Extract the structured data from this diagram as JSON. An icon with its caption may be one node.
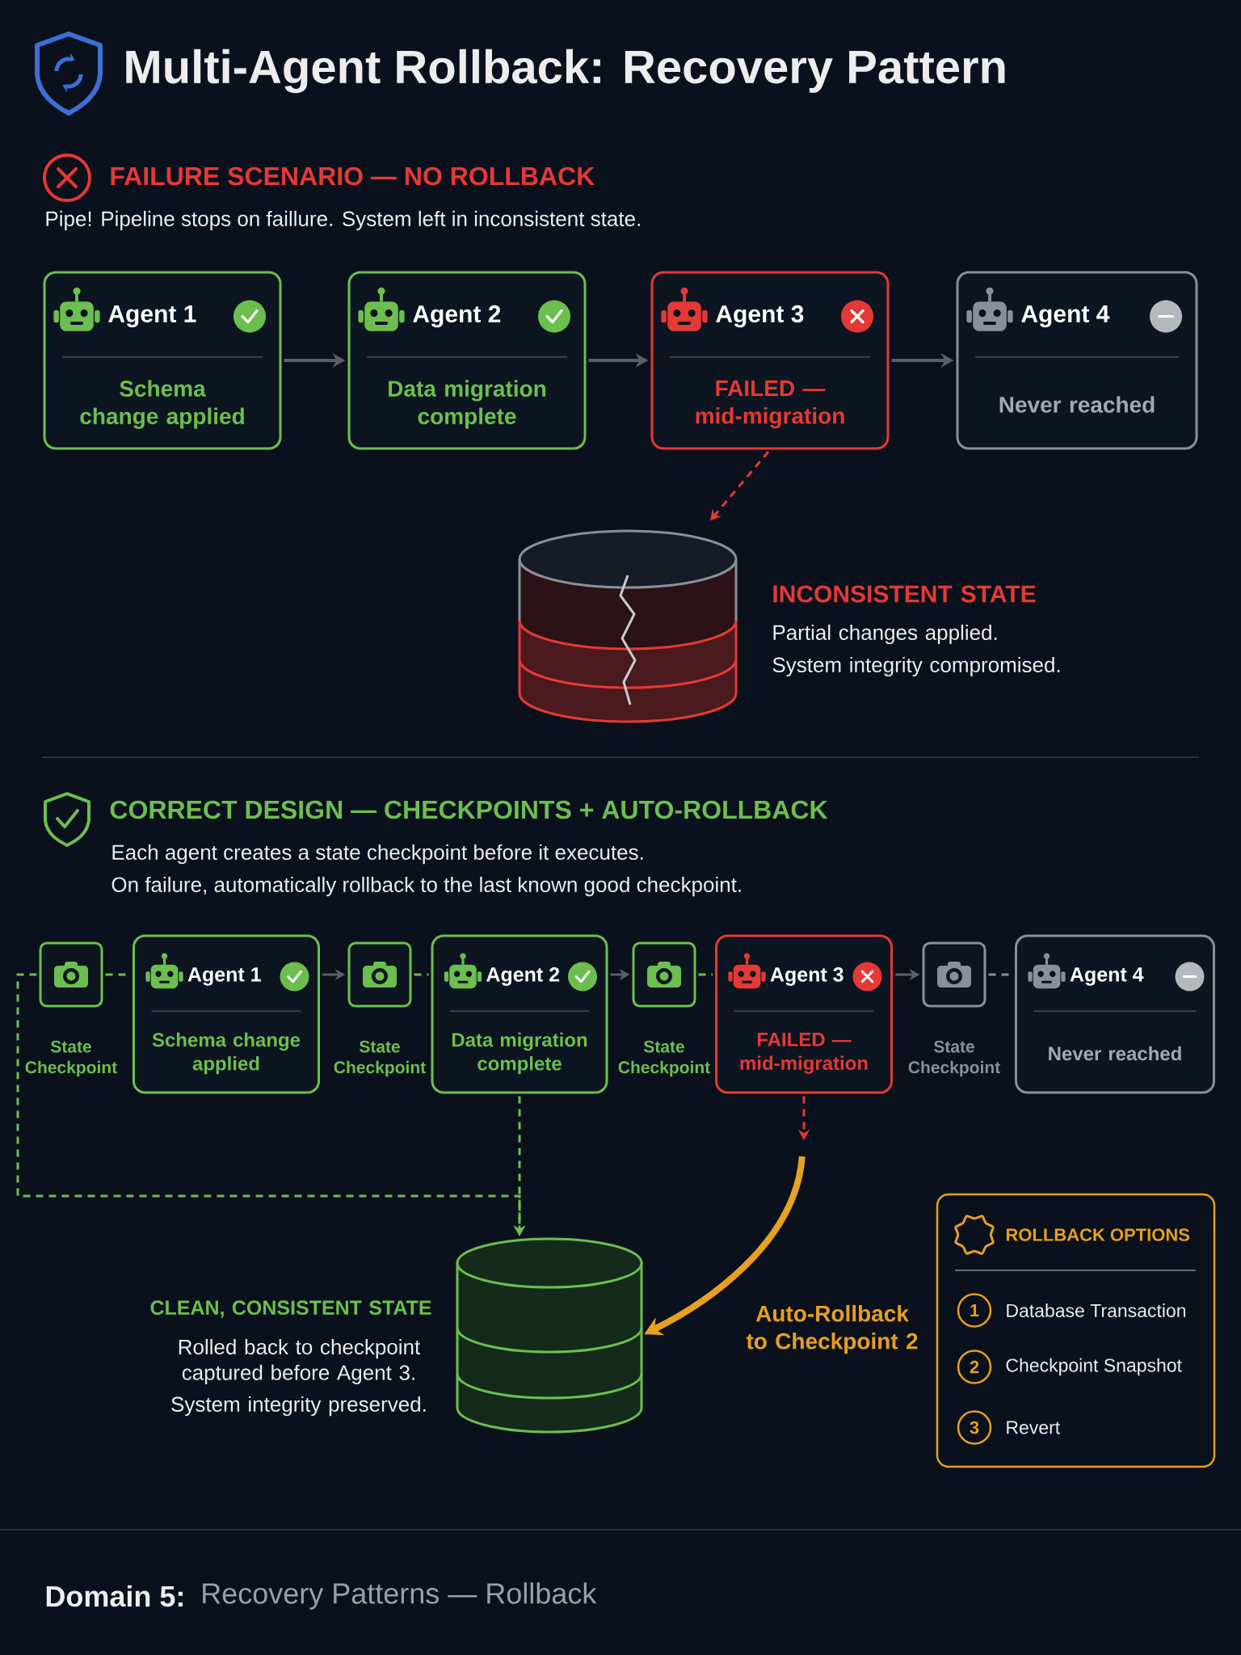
{
  "diagram": {
    "title": "Multi-Agent Rollback: Recovery Pattern",
    "nodes": [
      {
        "text": [
          "Agent 1",
          "Schema change applied"
        ]
      },
      {
        "text": [
          "Agent 2",
          "Data migration complete"
        ]
      },
      {
        "text": [
          "Agent 3",
          "FAILED — mid-migration"
        ]
      },
      {
        "text": [
          "Agent 4",
          "Never reached"
        ]
      },
      {
        "text": [],
        "shape": "cylinder",
        "beside": [
          "INCONSISTENT STATE",
          "Partial changes applied.",
          "System integrity compromised."
        ]
      },
      {
        "text": [],
        "shape": "box"
      },
      {
        "text": [
          "Agent 1",
          "Schema change applied"
        ]
      },
      {
        "text": [],
        "shape": "box"
      },
      {
        "text": [
          "Agent 2",
          "Data migration complete"
        ]
      },
      {
        "text": [],
        "shape": "box"
      },
      {
        "text": [
          "Agent 3",
          "FAILED — mid-migration"
        ]
      },
      {
        "text": [],
        "shape": "box"
      },
      {
        "text": [
          "Agent 4",
          "Never reached"
        ]
      },
      {
        "text": [],
        "shape": "cylinder",
        "beside": [
          "CLEAN, CONSISTENT STATE",
          "Rolled back to checkpoint captured before Agent 3.",
          "System integrity preserved."
        ]
      },
      {
        "text": [
          "ROLLBACK OPTIONS"
        ]
      },
      {
        "text": [
          "1"
        ],
        "in": 14,
        "beside": [
          "Database Transaction"
        ]
      },
      {
        "text": [
          "2"
        ],
        "in": 14,
        "beside": [
          "Checkpoint Snapshot"
        ]
      },
      {
        "text": [
          "3"
        ],
        "in": 14,
        "beside": [
          "Revert"
        ]
      }
    ],
    "edges": [
      {
        "from": 0,
        "to": 1,
        "arrow": "to",
        "color": "#5a6068"
      },
      {
        "from": 1,
        "to": 2,
        "arrow": "to",
        "color": "#5a6068"
      },
      {
        "from": 2,
        "to": 3,
        "arrow": "to",
        "color": "#5a6068"
      },
      {
        "from": 2,
        "to": 4,
        "arrow": "to",
        "style": "dashed",
        "color": "#e53935"
      },
      {
        "from": 5,
        "to": 6,
        "arrow": "none",
        "style": "dashed",
        "color": "#6cbf4f"
      },
      {
        "from": 6,
        "to": 7,
        "arrow": "to",
        "color": "#5a6068"
      },
      {
        "from": 7,
        "to": 8,
        "arrow": "none",
        "style": "dashed",
        "color": "#6cbf4f"
      },
      {
        "from": 8,
        "to": 9,
        "arrow": "to",
        "color": "#5a6068"
      },
      {
        "from": 9,
        "to": 10,
        "arrow": "none",
        "style": "dashed",
        "color": "#6cbf4f"
      },
      {
        "from": 10,
        "to": 11,
        "arrow": "to",
        "color": "#5a6068"
      },
      {
        "from": 11,
        "to": 12,
        "arrow": "none",
        "style": "dashed",
        "color": "#8b9098"
      },
      {
        "from": 5,
        "to": 13,
        "arrow": "to",
        "style": "dashed",
        "color": "#6cbf4f"
      },
      {
        "from": 8,
        "to": 13,
        "arrow": "to",
        "style": "dashed",
        "color": "#6cbf4f"
      },
      {
        "from": 10,
        "to": null,
        "arrow": "to",
        "style": "dashed",
        "color": "#e53935"
      },
      {
        "from": null,
        "to": 13,
        "arrow": "to",
        "style": "thick",
        "color": "#e8a020",
        "label": "Auto-Rollback to Checkpoint 2"
      }
    ],
    "labels": [
      "FAILURE SCENARIO — NO ROLLBACK",
      "Pipe! Pipeline stops on faillure. System left in inconsistent state.",
      "CORRECT DESIGN — CHECKPOINTS + AUTO-ROLLBACK",
      "Each agent creates a state checkpoint before it executes.",
      "On failure, automatically rollback to the last known good checkpoint.",
      "State Checkpoint",
      "State Checkpoint",
      "State Checkpoint",
      "State Checkpoint",
      "Domain 5:",
      "Recovery Patterns — Rollback"
    ]
  }
}
